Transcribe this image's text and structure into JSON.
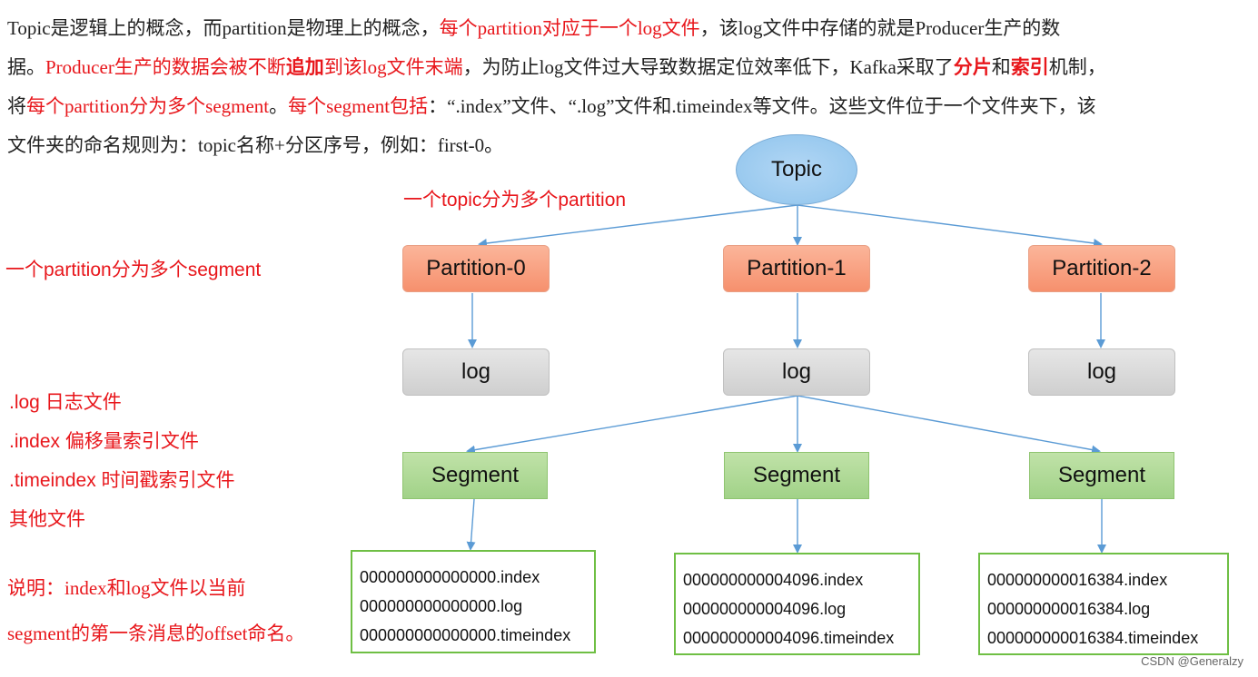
{
  "paragraph": {
    "line1": [
      "Topic是逻辑上的概念，而partition是物理上的概念，",
      "每个partition对应于一个log文件",
      "，该log文件中存储的就是Producer生产的数"
    ],
    "line2": [
      "据。",
      "Producer生产的数据会被不断",
      "追加",
      "到该log文件末端",
      "，为防止log文件过大导致数据定位效率低下，Kafka采取了",
      "分片",
      "和",
      "索引",
      "机制，"
    ],
    "line3": [
      "将",
      "每个partition分为多个segment",
      "。",
      "每个segment包括",
      "：“.index”文件、“.log”文件和.timeindex等文件。这些文件位于一个文件夹下，该"
    ],
    "line4": "文件夹的命名规则为：topic名称+分区序号，例如：first-0。"
  },
  "notes": {
    "topic_split": "一个topic分为多个partition",
    "partition_split": "一个partition分为多个segment",
    "file_types": [
      ".log  日志文件",
      ".index 偏移量索引文件",
      ".timeindex 时间戳索引文件",
      "其他文件"
    ],
    "explain": [
      "说明：index和log文件以当前",
      "segment的第一条消息的offset命名。"
    ]
  },
  "diagram": {
    "topic": "Topic",
    "partitions": [
      "Partition-0",
      "Partition-1",
      "Partition-2"
    ],
    "log_label": "log",
    "segment_label": "Segment",
    "file_groups": [
      [
        "000000000000000.index",
        "000000000000000.log",
        "000000000000000.timeindex"
      ],
      [
        "000000000004096.index",
        "000000000004096.log",
        "000000000004096.timeindex"
      ],
      [
        "000000000016384.index",
        "000000000016384.log",
        "000000000016384.timeindex"
      ]
    ],
    "arrow_color": "#5b9bd5"
  },
  "watermark": "CSDN @Generalzy"
}
